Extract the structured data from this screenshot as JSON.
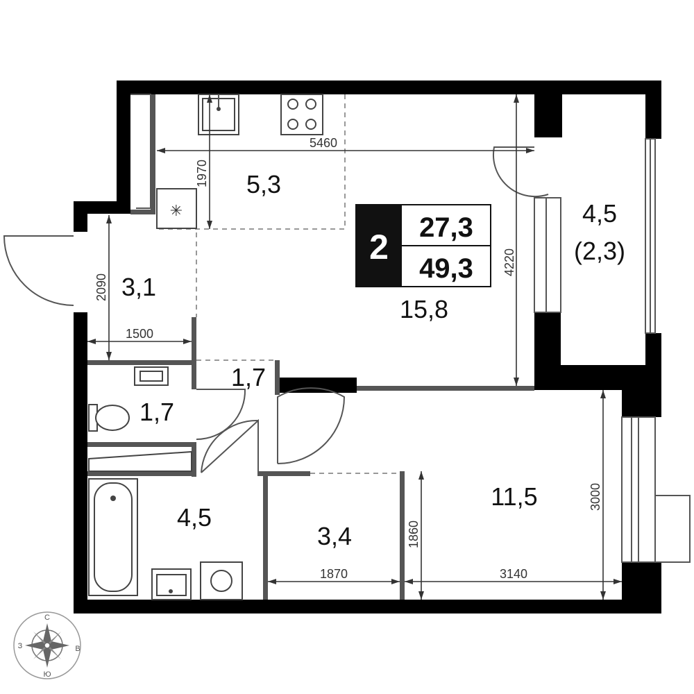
{
  "badge": {
    "rooms": "2",
    "living_area": "27,3",
    "total_area": "49,3"
  },
  "rooms": {
    "kitchen_zone": "5,3",
    "living": "15,8",
    "hall": "3,1",
    "corridor": "1,7",
    "wc": "1,7",
    "bathroom": "4,5",
    "wardrobe": "3,4",
    "bedroom": "11,5",
    "balcony": "4,5",
    "balcony_reduced": "(2,3)"
  },
  "dimensions": {
    "kitchen_width": "5460",
    "kitchen_depth": "1970",
    "hall_depth": "2090",
    "hall_width": "1500",
    "living_depth": "4220",
    "wardrobe_width": "1870",
    "wardrobe_depth": "1860",
    "bedroom_width": "3140",
    "bedroom_depth": "3000"
  },
  "compass": {
    "north": "С",
    "south": "Ю",
    "west": "З",
    "east": "В"
  }
}
